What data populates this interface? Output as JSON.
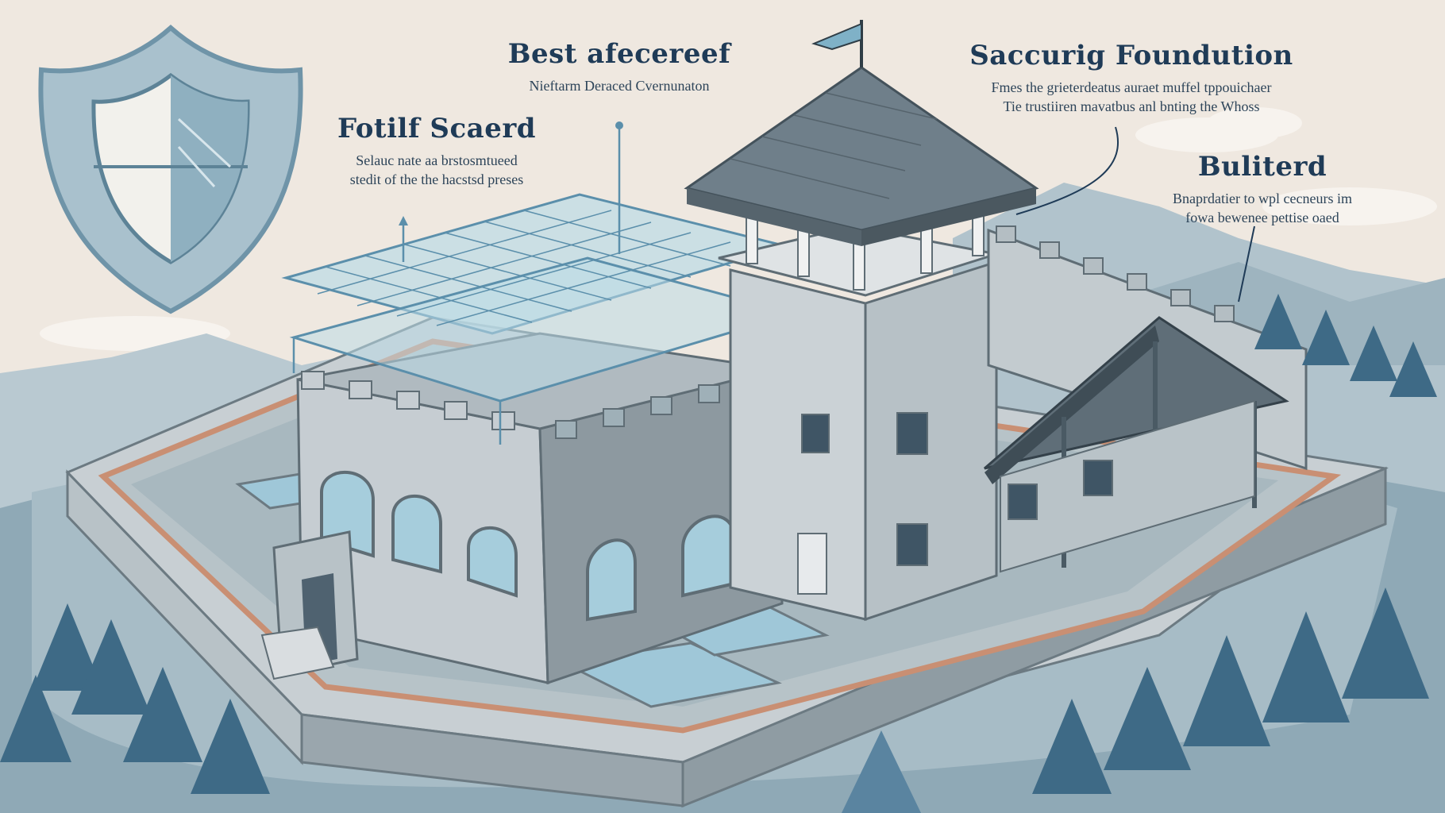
{
  "labels": {
    "best": {
      "heading": "Best afecereef",
      "lines": [
        "Nieftarm Deraced Cvernunaton"
      ]
    },
    "fotilf": {
      "heading": "Fotilf Scaerd",
      "lines": [
        "Selauc nate aa brstosmtueed",
        "stedit of the the hacstsd preses"
      ]
    },
    "saccurity": {
      "heading": "Saccurig Foundution",
      "lines": [
        "Fmes the grieterdeatus auraet muffel tppouichaer",
        "Tie trustiiren mavatbus anl bnting the Whoss"
      ]
    },
    "buliterd": {
      "heading": "Buliterd",
      "lines": [
        "Bnaprdatier to wpl cecneurs im",
        "fowa bewenee pettise oaed"
      ]
    }
  },
  "palette": {
    "sky": "#efe8e0",
    "mountain": "#b6c8d0",
    "tree": "#3e6a86",
    "stone": "#c8cfd3",
    "stone_dark": "#86929a",
    "roof": "#6f7f8a",
    "glass": "#9fc7d8",
    "accent": "#1f3b57",
    "wall_top": "#c98f73"
  },
  "icons": [
    "shield-icon",
    "flag-icon"
  ]
}
